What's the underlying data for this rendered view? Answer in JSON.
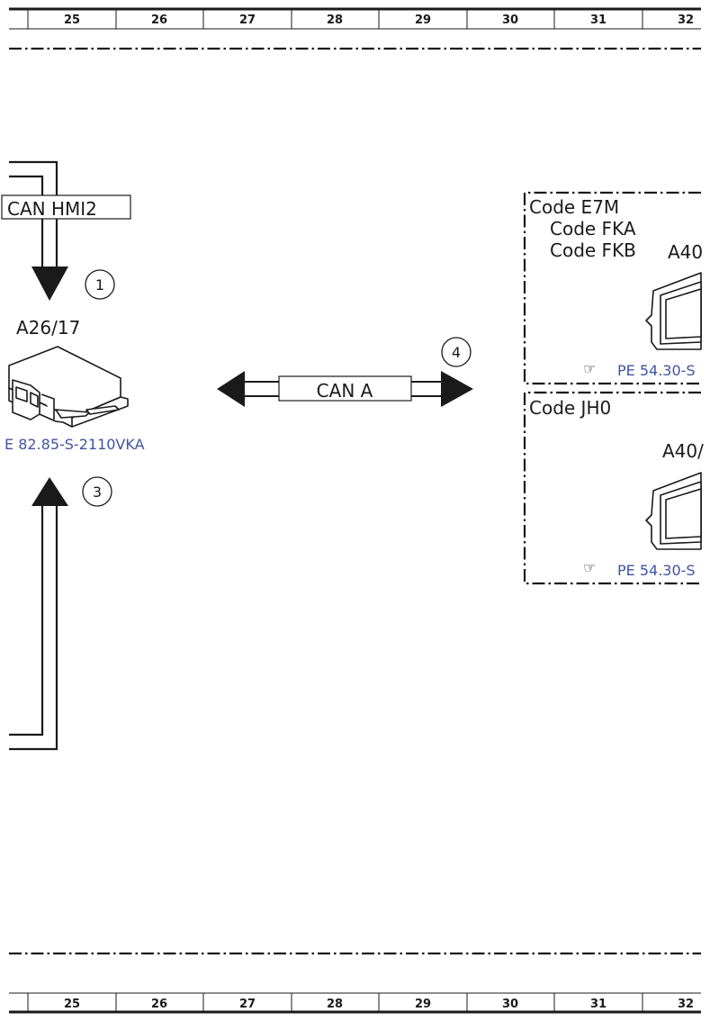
{
  "grid": {
    "columns": [
      "25",
      "26",
      "27",
      "28",
      "29",
      "30",
      "31",
      "32"
    ]
  },
  "bus_labels": {
    "can_hmi2": "CAN HMI2",
    "can_a": "CAN A"
  },
  "markers": [
    "1",
    "3",
    "4"
  ],
  "module_left": {
    "id": "A26/17",
    "ref": "E 82.85-S-2110VKA"
  },
  "panel_top": {
    "codes": [
      "Code E7M",
      "Code FKA",
      "Code FKB"
    ],
    "component": "A40",
    "ref": "PE 54.30-S"
  },
  "panel_bottom": {
    "codes": [
      "Code JH0"
    ],
    "component": "A40/",
    "ref": "PE 54.30-S"
  },
  "colors": {
    "line": "#1a1a1a",
    "reference_link": "#3f53a3"
  },
  "icons": {
    "reference": "pointing-hand-icon"
  }
}
